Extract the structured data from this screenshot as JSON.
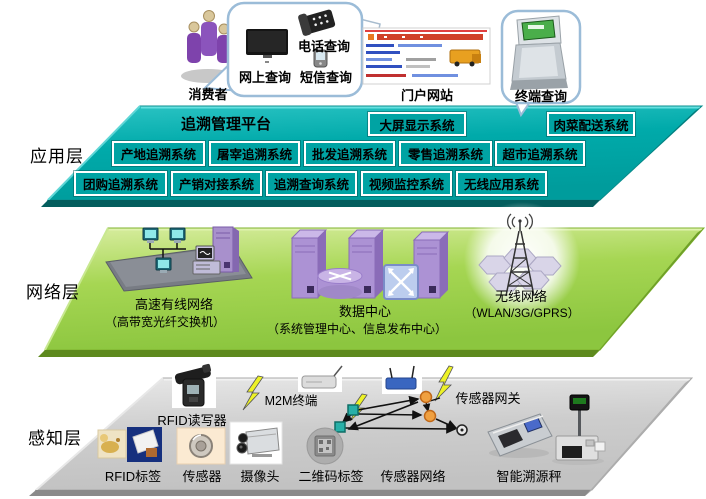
{
  "top": {
    "consumer_label": "消费者",
    "query_bubble": {
      "online": "网上查询",
      "phone": "电话查询",
      "sms": "短信查询"
    },
    "portal_label": "门户网站",
    "terminal_label": "终端查询"
  },
  "application_layer": {
    "label": "应用层",
    "platform_title": "追溯管理平台",
    "row1": [
      "大屏显示系统",
      "肉菜配送系统"
    ],
    "row2": [
      "产地追溯系统",
      "屠宰追溯系统",
      "批发追溯系统",
      "零售追溯系统",
      "超市追溯系统"
    ],
    "row3": [
      "团购追溯系统",
      "产销对接系统",
      "追溯查询系统",
      "视频监控系统",
      "无线应用系统"
    ]
  },
  "network_layer": {
    "label": "网络层",
    "wired_title": "高速有线网络",
    "wired_subtitle": "（高带宽光纤交换机）",
    "datacenter_title": "数据中心",
    "datacenter_subtitle": "（系统管理中心、信息发布中心）",
    "wireless_title": "无线网络",
    "wireless_subtitle": "（WLAN/3G/GPRS）"
  },
  "perception_layer": {
    "label": "感知层",
    "rfid_reader": "RFID读写器",
    "m2m_terminal": "M2M终端",
    "sensor_gateway": "传感器网关",
    "rfid_tag": "RFID标签",
    "sensor": "传感器",
    "camera": "摄像头",
    "qr_tag": "二维码标签",
    "sensor_network": "传感器网络",
    "smart_scale": "智能溯源秤"
  },
  "colors": {
    "application_layer": "#00ABAB",
    "application_edge": "#045E5E",
    "network_layer": "#97CE3F",
    "network_edge": "#5E8A1E",
    "perception_layer": "#C9C9C9",
    "perception_edge": "#8A8A8A",
    "system_box_border": "#FFFFFF",
    "bubble_border": "#9BBCD8",
    "server_purple": "#AC92D4",
    "people_purple": "#8B54BC"
  }
}
